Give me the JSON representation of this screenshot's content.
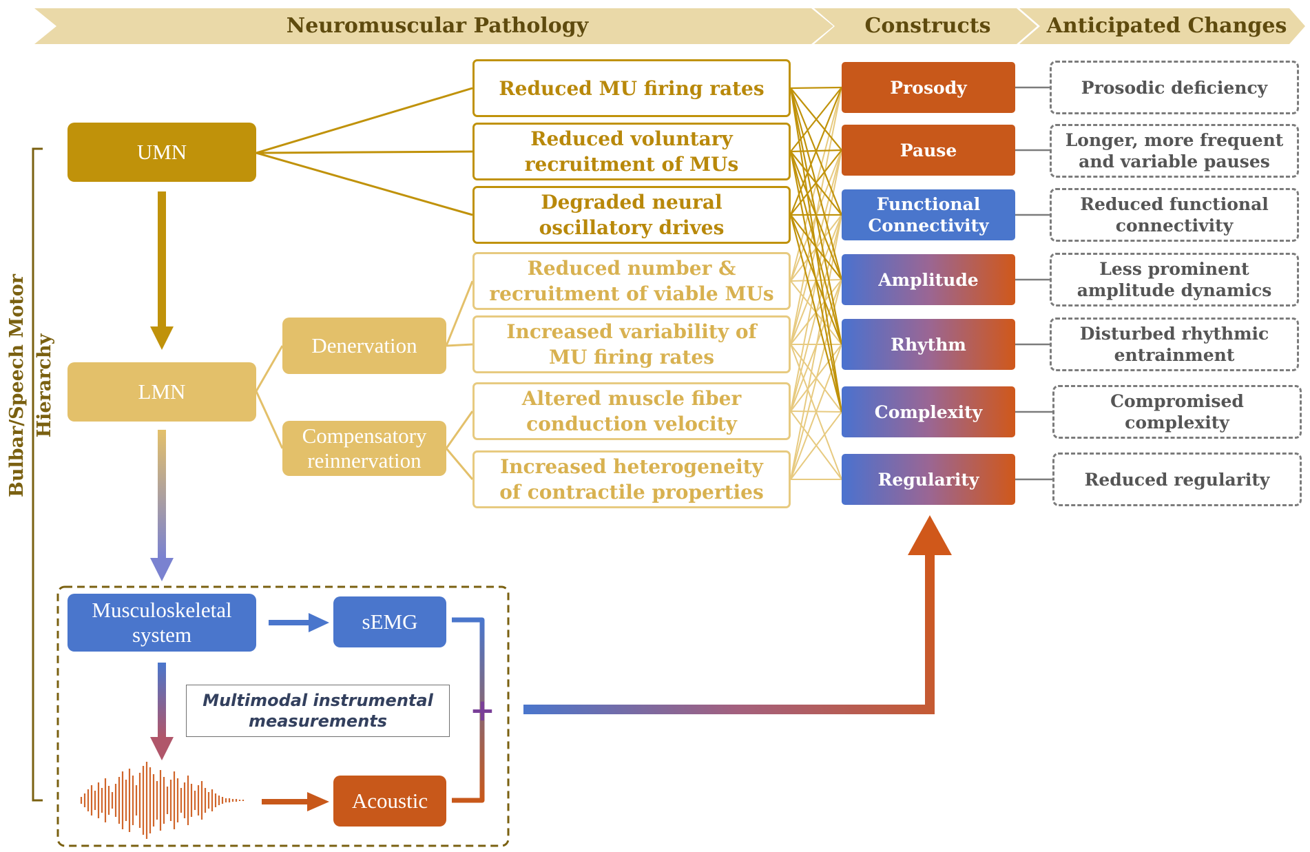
{
  "banner": {
    "pathology": "Neuromuscular Pathology",
    "constructs": "Constructs",
    "changes": "Anticipated Changes"
  },
  "hierarchy_label": "Bulbar/Speech Motor Hierarchy",
  "nodes": {
    "umn": "UMN",
    "lmn": "LMN",
    "denervation": "Denervation",
    "reinnervation": "Compensatory\nreinnervation",
    "musculoskeletal": "Musculoskeletal\nsystem",
    "semg": "sEMG",
    "acoustic": "Acoustic",
    "measurements": "Multimodal instrumental\nmeasurements",
    "plus": "+"
  },
  "mechanisms": [
    "Reduced MU firing rates",
    "Reduced voluntary\nrecruitment of MUs",
    "Degraded neural\noscillatory drives",
    "Reduced number &\nrecruitment of viable MUs",
    "Increased variability of\nMU firing rates",
    "Altered muscle fiber\nconduction velocity",
    "Increased heterogeneity\nof contractile properties"
  ],
  "constructs": [
    "Prosody",
    "Pause",
    "Functional\nConnectivity",
    "Amplitude",
    "Rhythm",
    "Complexity",
    "Regularity"
  ],
  "changes": [
    "Prosodic deficiency",
    "Longer, more frequent\nand variable pauses",
    "Reduced functional\nconnectivity",
    "Less prominent\namplitude dynamics",
    "Disturbed rhythmic\nentrainment",
    "Compromised\ncomplexity",
    "Reduced regularity"
  ],
  "colors": {
    "gold_dark": "#c0920a",
    "gold_light": "#e3c06a",
    "banner": "#ead9a8",
    "blue": "#4a76cc",
    "orange": "#c8581a",
    "dashed_gray": "#7b7b7b"
  }
}
